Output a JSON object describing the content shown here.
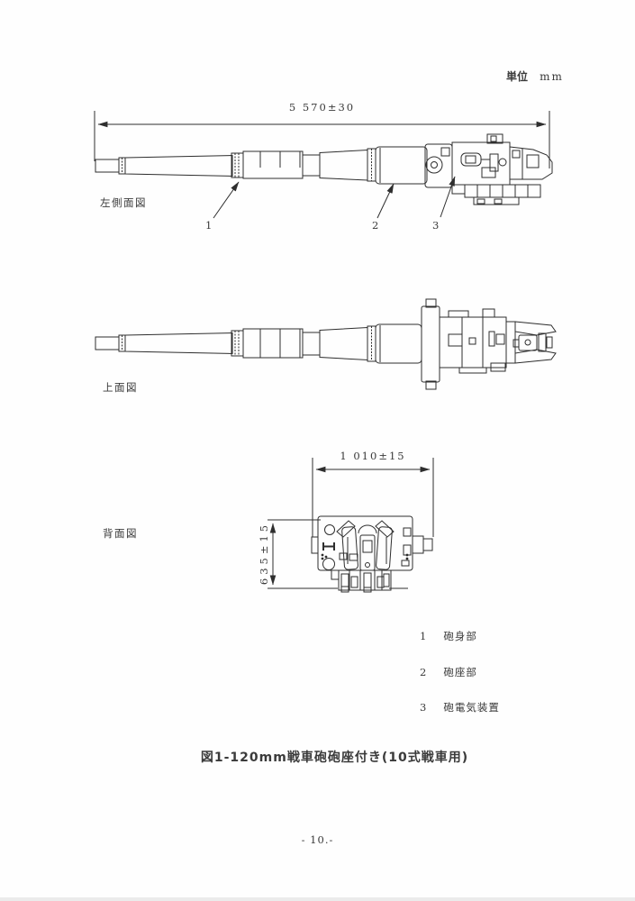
{
  "document": {
    "unit": {
      "label": "単位",
      "value": "mm"
    },
    "caption": "図1-120mm戦車砲砲座付き(10式戦車用)",
    "page_number": "- 10.-"
  },
  "views": {
    "side": {
      "label": "左側面図",
      "dimension_length": "5 570±30",
      "callouts": [
        {
          "number": "1"
        },
        {
          "number": "2"
        },
        {
          "number": "3"
        }
      ]
    },
    "top": {
      "label": "上面図"
    },
    "rear": {
      "label": "背面図",
      "dimension_width": "1 010±15",
      "dimension_height": "635±15"
    }
  },
  "legend": {
    "items": [
      {
        "number": "1",
        "label": "砲身部"
      },
      {
        "number": "2",
        "label": "砲座部"
      },
      {
        "number": "3",
        "label": "砲電気装置"
      }
    ]
  },
  "colors": {
    "ink": "#2e2e2e",
    "paper": "#fefefe"
  }
}
